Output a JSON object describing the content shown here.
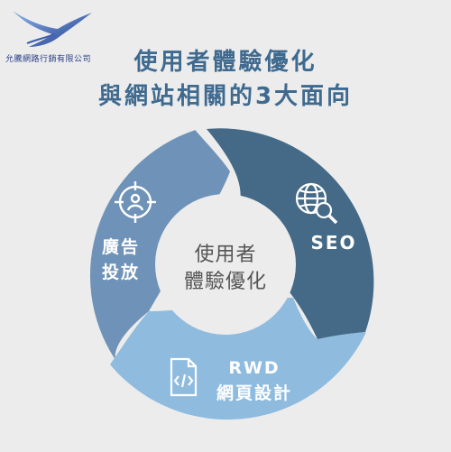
{
  "logo": {
    "company": "允騰網路行銷有限公司",
    "icon": "eagle-logo-icon"
  },
  "title": {
    "line1": "使用者體驗優化",
    "line2": "與網站相關的3大面向"
  },
  "center": {
    "line1": "使用者",
    "line2": "體驗優化"
  },
  "segments": {
    "ads": {
      "line1": "廣告",
      "line2": "投放",
      "icon": "target-person-icon",
      "color": "#6f93b8"
    },
    "seo": {
      "label": "SEO",
      "icon": "globe-search-icon",
      "color": "#446a87"
    },
    "rwd": {
      "line1": "RWD",
      "line2": "網頁設計",
      "icon": "code-file-icon",
      "color": "#8fbbdf"
    }
  },
  "colors": {
    "title": "#3f6a8f",
    "background": "#ececec",
    "center": "#ececec"
  }
}
